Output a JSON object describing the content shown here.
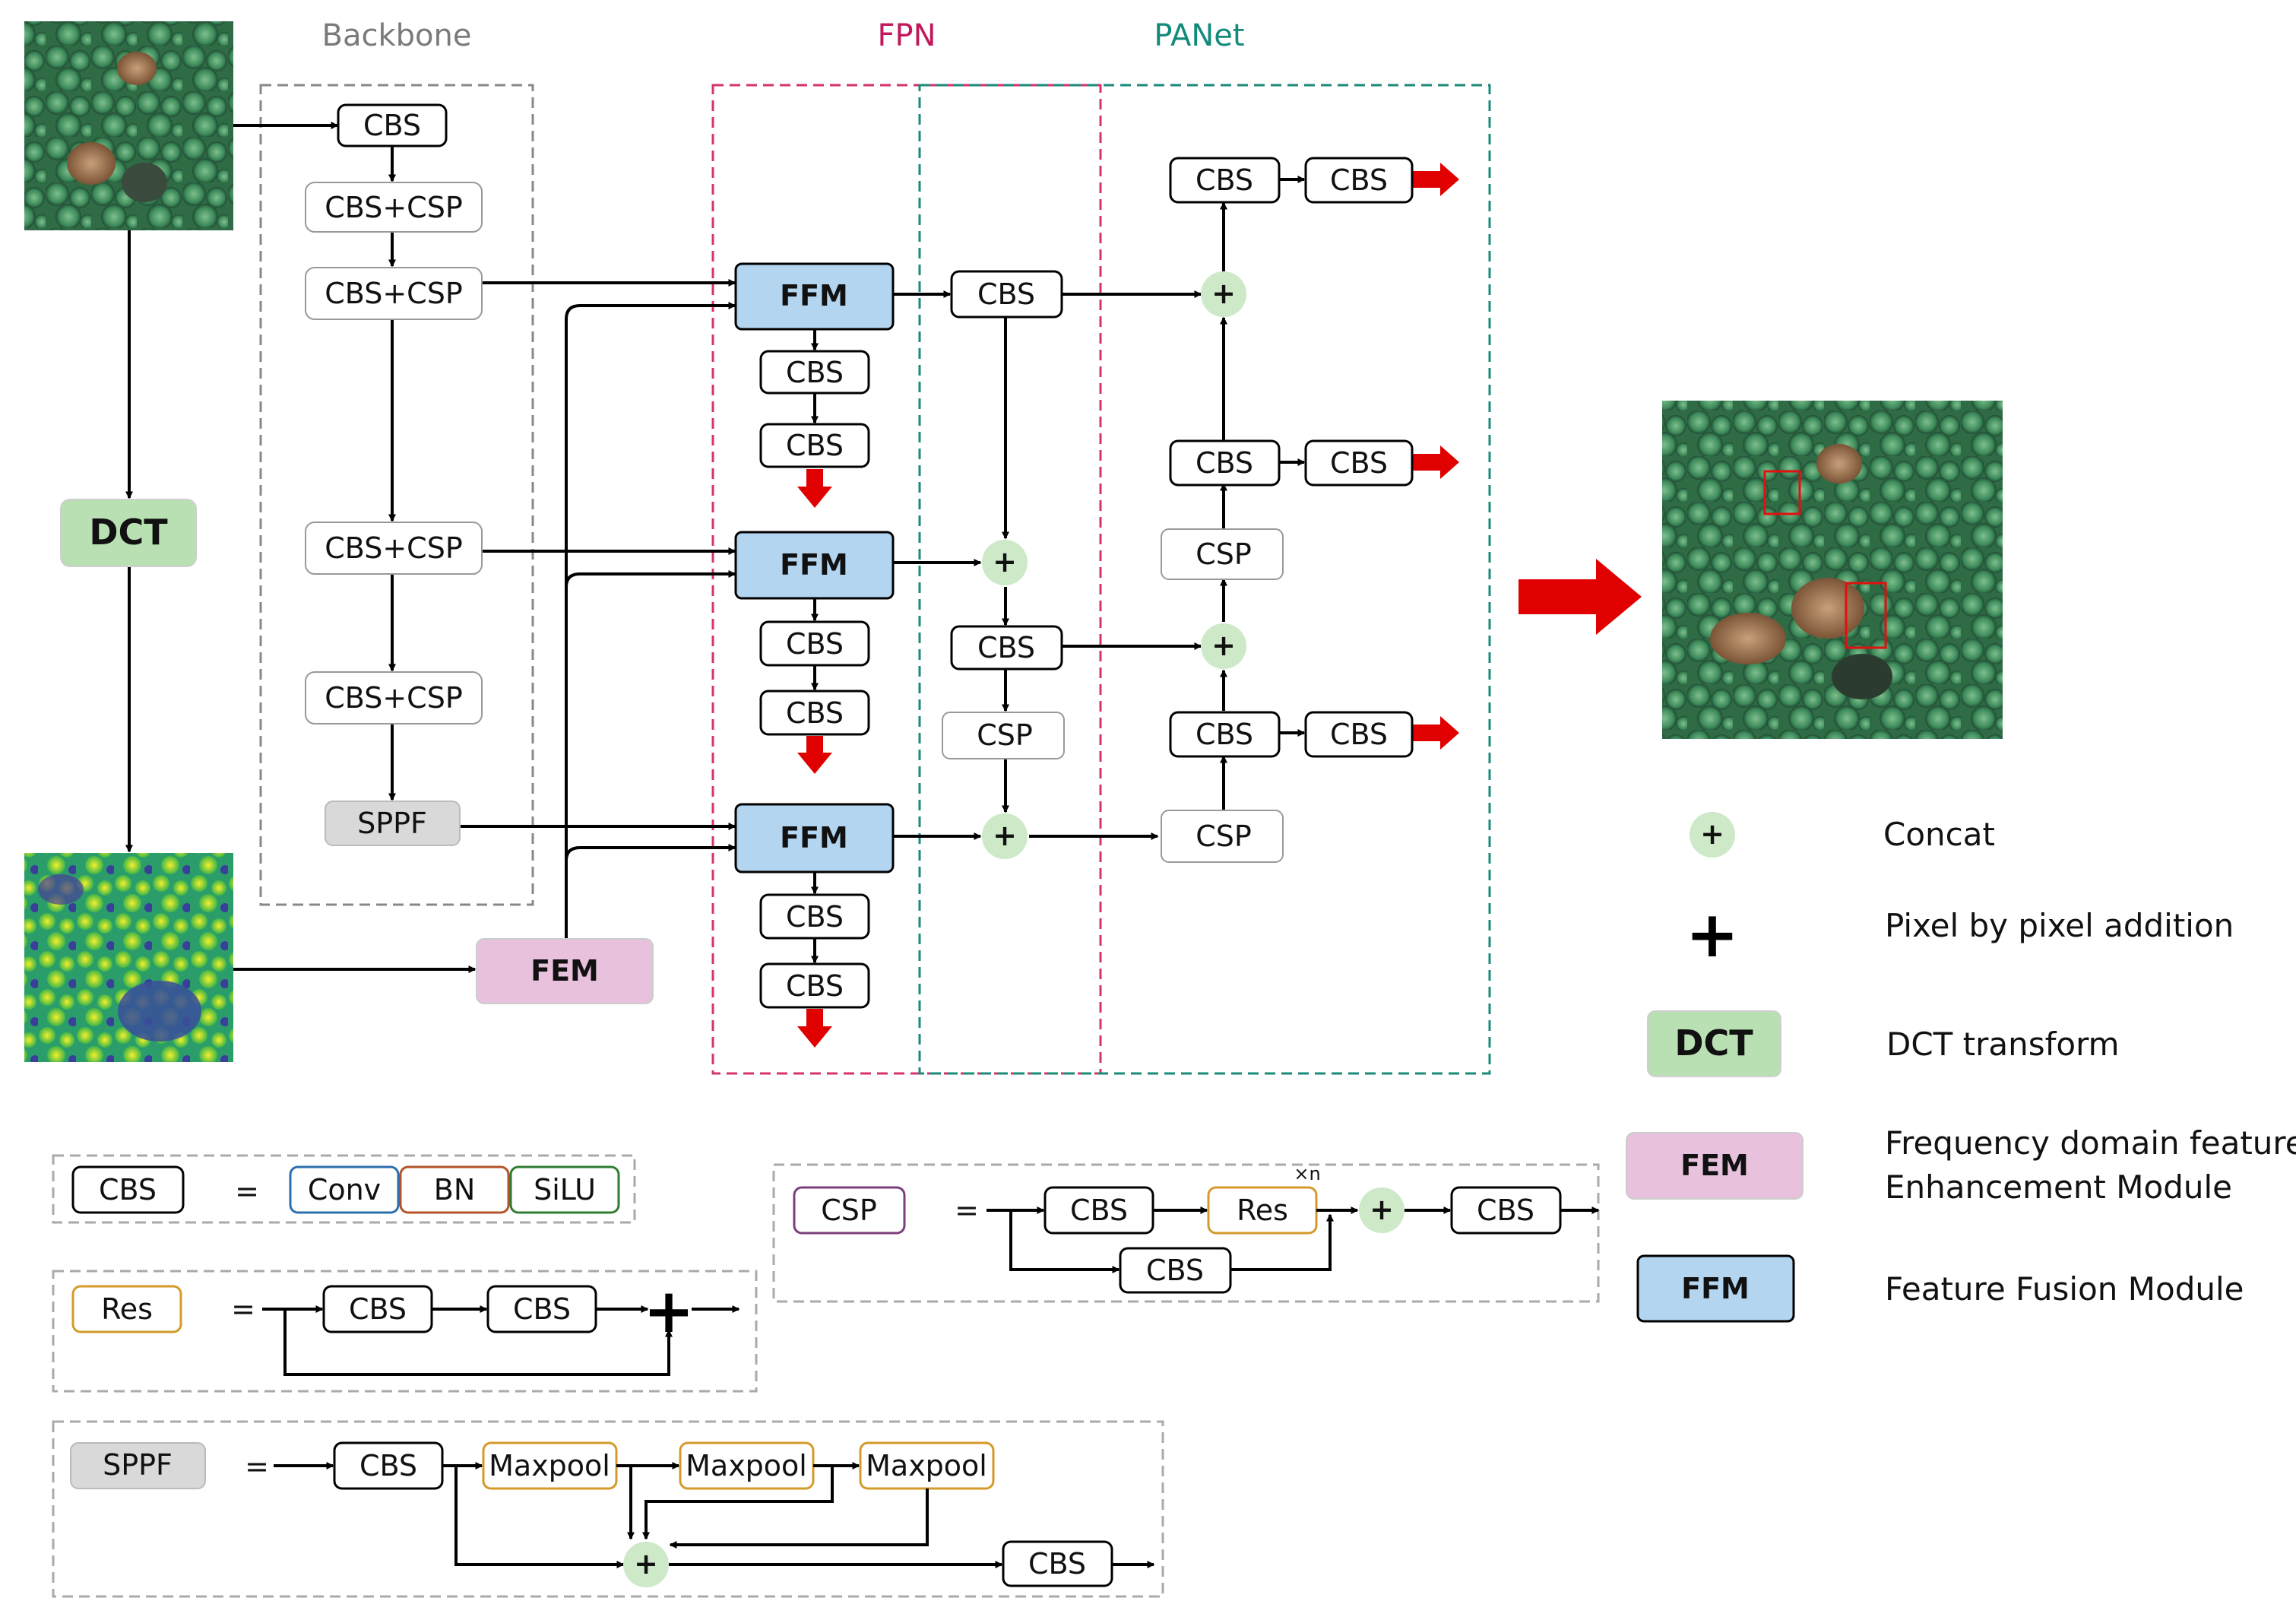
{
  "sections": {
    "backbone": "Backbone",
    "fpn": "FPN",
    "panet": "PANet"
  },
  "colors": {
    "backbone_border": "#888888",
    "fpn_border": "#d6336c",
    "fpn_title": "#c2185b",
    "panet_border": "#1a8a7a",
    "panet_title": "#138a7a",
    "ffm_fill": "#b3d5f0",
    "fem_fill": "#e8c2dc",
    "dct_fill": "#b9e0b3",
    "concat_fill": "#cde9c8",
    "sppf_fill": "#d9d9d9",
    "output_arrow": "#e00000",
    "orange_box": "#d49a2a",
    "conv_border": "#2c6fad",
    "bn_border": "#b5532a",
    "silu_border": "#2e7d32",
    "csp_legend_border": "#7b3f7b"
  },
  "backbone": {
    "cbs": "CBS",
    "cbs_csp_1": "CBS+CSP",
    "cbs_csp_2": "CBS+CSP",
    "cbs_csp_3": "CBS+CSP",
    "cbs_csp_4": "CBS+CSP",
    "sppf": "SPPF"
  },
  "dct": "DCT",
  "fem": "FEM",
  "fpn": {
    "ffm_1": "FFM",
    "ffm_2": "FFM",
    "ffm_3": "FFM",
    "cbs_1a": "CBS",
    "cbs_1b": "CBS",
    "cbs_2a": "CBS",
    "cbs_2b": "CBS",
    "cbs_3a": "CBS",
    "cbs_3b": "CBS"
  },
  "panet": {
    "cbs_top": "CBS",
    "cbs_mid": "CBS",
    "csp_mid": "CSP",
    "concat_symbol": "+",
    "out1_cbs_a": "CBS",
    "out1_cbs_b": "CBS",
    "out2_cbs_a": "CBS",
    "out2_cbs_b": "CBS",
    "csp_r1": "CSP",
    "out3_cbs_a": "CBS",
    "out3_cbs_b": "CBS",
    "csp_r2": "CSP"
  },
  "legend": {
    "concat_symbol": "+",
    "concat": "Concat",
    "add_symbol": "+",
    "add": "Pixel by pixel addition",
    "dct_box": "DCT",
    "dct": "DCT transform",
    "fem_box": "FEM",
    "fem_line1": "Frequency domain feature",
    "fem_line2": "Enhancement Module",
    "ffm_box": "FFM",
    "ffm": "Feature Fusion Module"
  },
  "defs": {
    "cbs": {
      "name": "CBS",
      "eq": "=",
      "conv": "Conv",
      "bn": "BN",
      "silu": "SiLU"
    },
    "csp": {
      "name": "CSP",
      "eq": "=",
      "cbs_a": "CBS",
      "res": "Res",
      "times_n": "×n",
      "cbs_b": "CBS",
      "cbs_bottom": "CBS"
    },
    "res": {
      "name": "Res",
      "eq": "=",
      "cbs_a": "CBS",
      "cbs_b": "CBS"
    },
    "sppf": {
      "name": "SPPF",
      "eq": "=",
      "cbs": "CBS",
      "maxpool_1": "Maxpool",
      "maxpool_2": "Maxpool",
      "maxpool_3": "Maxpool",
      "cbs_out": "CBS"
    }
  }
}
